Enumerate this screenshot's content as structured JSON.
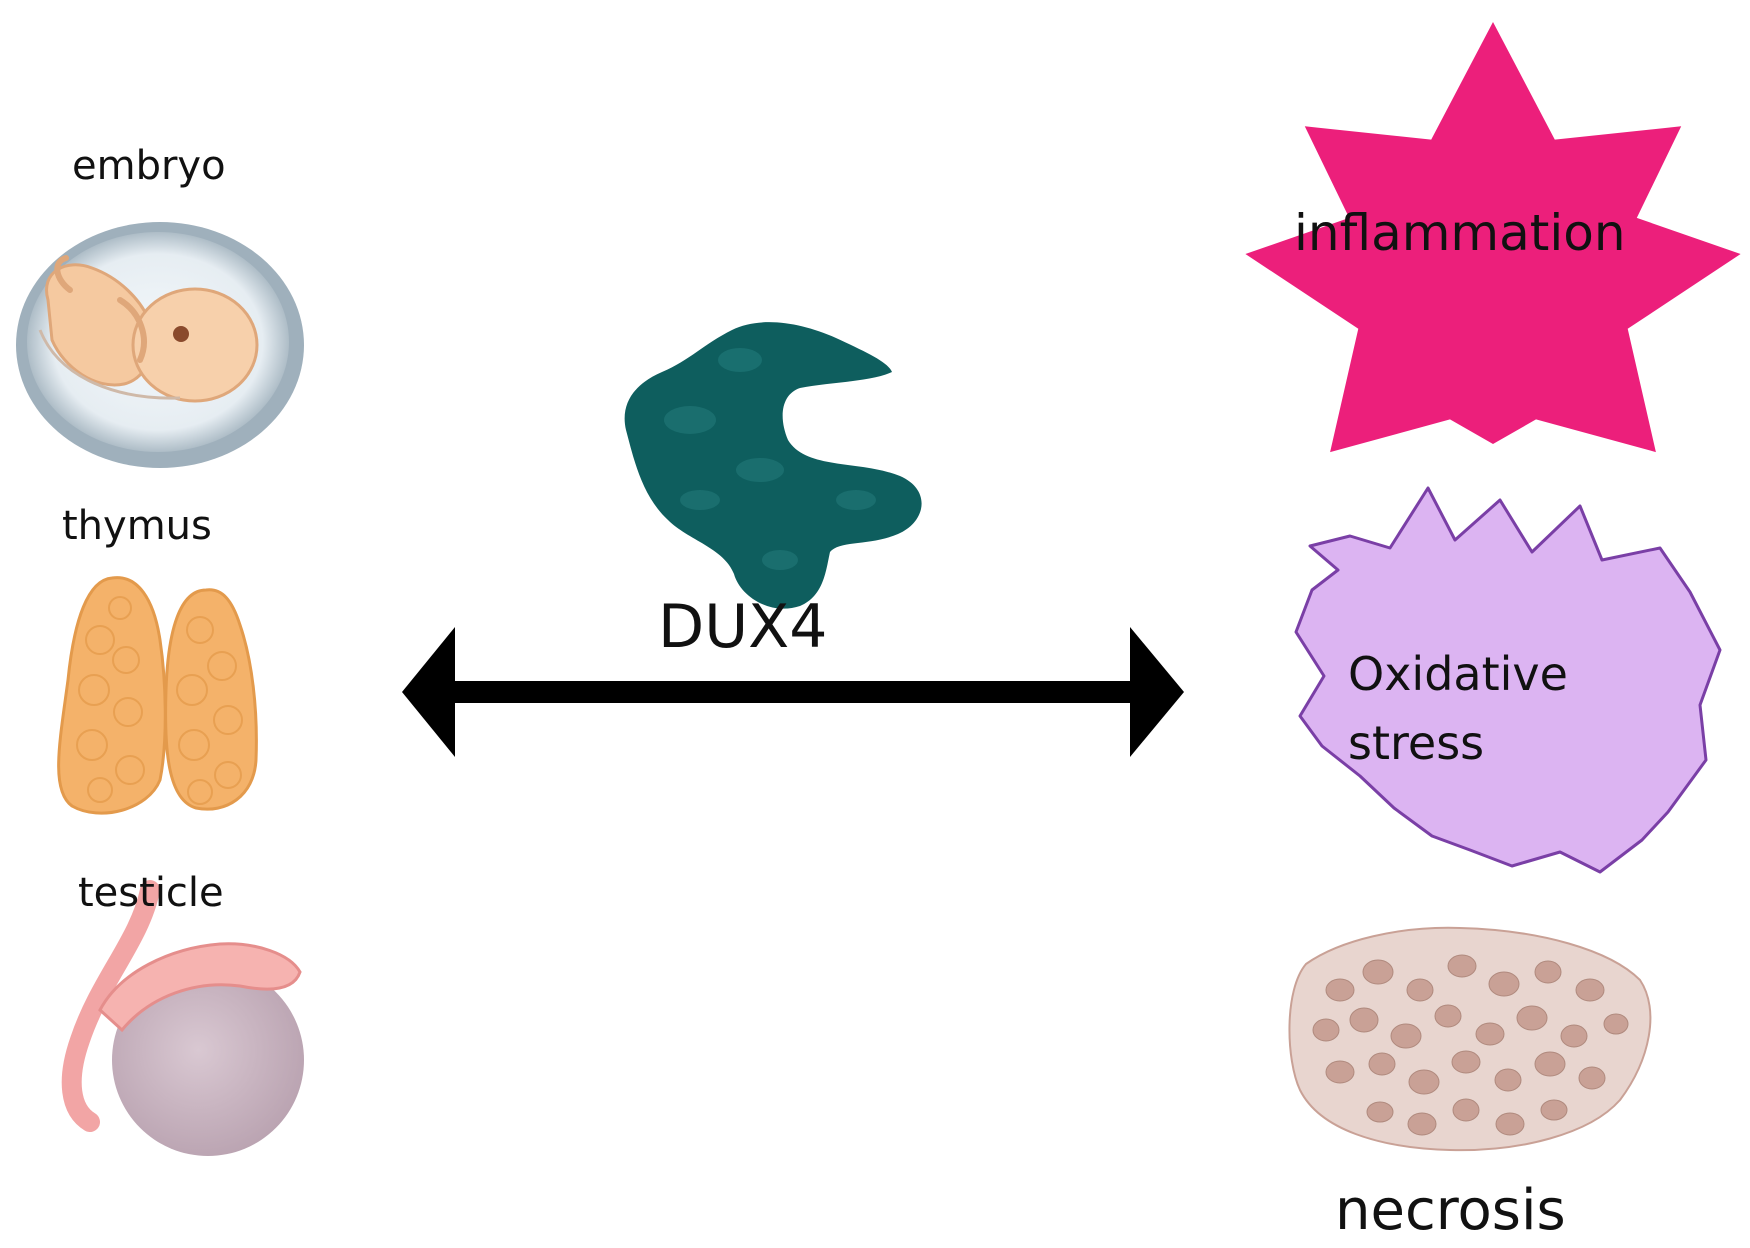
{
  "tissues": {
    "embryo": "embryo",
    "thymus": "thymus",
    "testicle": "testicle"
  },
  "protein": {
    "label": "DUX4",
    "color": "#0e5e5e"
  },
  "effects": {
    "inflammation": "inflammation",
    "oxidative_stress_line1": "Oxidative",
    "oxidative_stress_line2": "stress",
    "necrosis": "necrosis"
  },
  "colors": {
    "inflammation_fill": "#ec1f7b",
    "oxidative_fill": "#dcb4f2",
    "oxidative_stroke": "#7a3fa6",
    "arrow": "#000000",
    "thymus_fill": "#f4b26a",
    "embryo_skin": "#f5c9a0",
    "testicle_fill": "#cdb8c4",
    "tube_fill": "#f2a5a5",
    "necrosis_fill": "#c9a196"
  },
  "icons": [
    "embryo-icon",
    "thymus-icon",
    "testicle-icon",
    "dux4-protein-icon",
    "necrosis-tissue-icon"
  ]
}
